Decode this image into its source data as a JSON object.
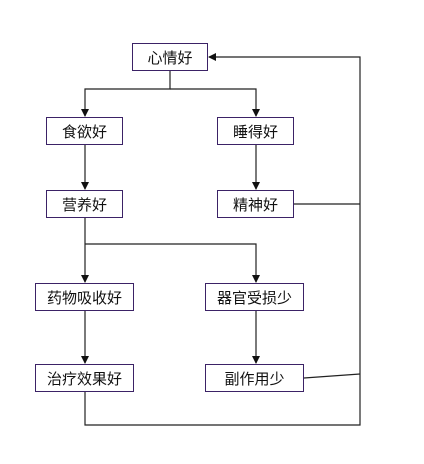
{
  "nodes": {
    "mood": "心情好",
    "appetite": "食欲好",
    "sleep": "睡得好",
    "nutrition": "营养好",
    "spirit": "精神好",
    "absorption": "药物吸收好",
    "organ_damage": "器官受损少",
    "treatment": "治疗效果好",
    "side_effects": "副作用少"
  },
  "edges": [
    [
      "mood",
      "appetite"
    ],
    [
      "mood",
      "sleep"
    ],
    [
      "appetite",
      "nutrition"
    ],
    [
      "sleep",
      "spirit"
    ],
    [
      "nutrition",
      "absorption"
    ],
    [
      "nutrition",
      "organ_damage"
    ],
    [
      "absorption",
      "treatment"
    ],
    [
      "organ_damage",
      "side_effects"
    ],
    [
      "spirit",
      "mood"
    ],
    [
      "treatment",
      "mood"
    ],
    [
      "side_effects",
      "mood"
    ]
  ]
}
